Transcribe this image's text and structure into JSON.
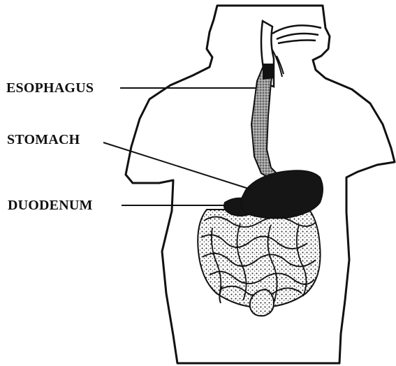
{
  "labels": {
    "esophagus": "ESOPHAGUS",
    "stomach": "STOMACH",
    "duodenum": "DUODENUM"
  },
  "colors": {
    "outline": "#111111",
    "organ_fill": "#151515",
    "esophagus_fill": "#8c8c8c",
    "intestine_fill": "#d8d8d8"
  }
}
